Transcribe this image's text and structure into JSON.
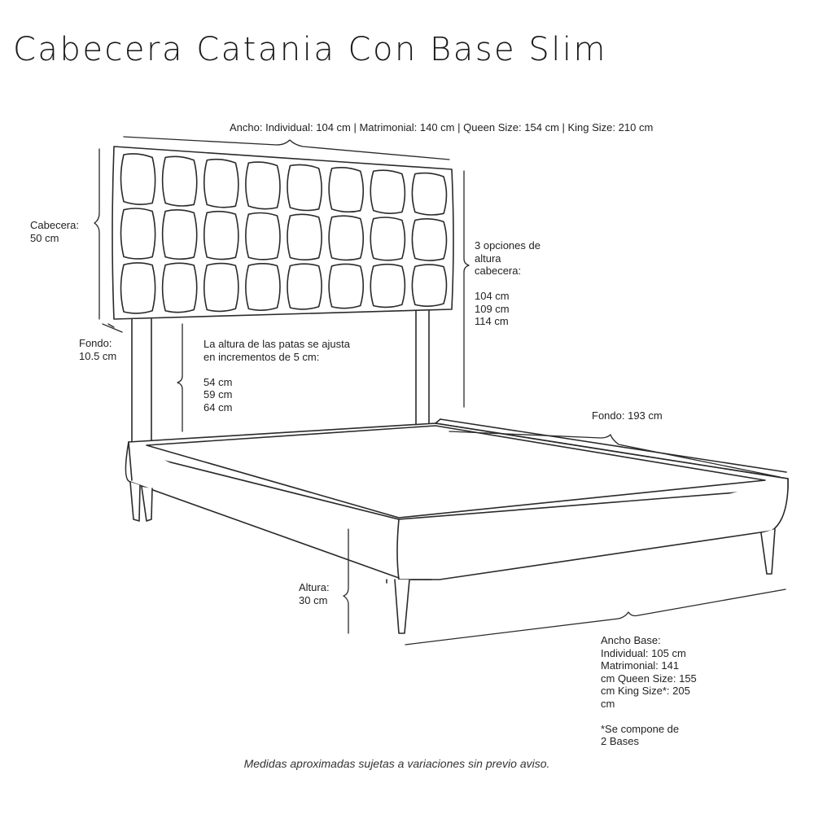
{
  "title": "Cabecera Catania Con Base Slim",
  "labels": {
    "ancho": "Ancho: Individual: 104 cm | Matrimonial: 140 cm | Queen Size: 154 cm | King Size: 210 cm",
    "cabecera": [
      "Cabecera:",
      "50 cm"
    ],
    "fondo_cabecera": [
      "Fondo:",
      "10.5 cm"
    ],
    "altura_cabecera": [
      "3 opciones de",
      "altura",
      "cabecera:",
      "",
      "104 cm",
      "109 cm",
      "114 cm"
    ],
    "patas": [
      "La altura de las patas se ajusta",
      "en incrementos de 5 cm:",
      "",
      "54 cm",
      "59 cm",
      "64 cm"
    ],
    "fondo_base": "Fondo: 193 cm",
    "altura_base": [
      "Altura:",
      "30 cm"
    ],
    "ancho_base": [
      "Ancho Base:",
      "Individual: 105 cm",
      "Matrimonial: 141",
      "cm Queen Size: 155",
      "cm King Size*: 205",
      "cm",
      "",
      "*Se compone de",
      "2 Bases"
    ]
  },
  "footnote": "Medidas aproximadas sujetas a variaciones sin previo aviso.",
  "colors": {
    "line": "#2a2a2a",
    "text": "#222222"
  }
}
